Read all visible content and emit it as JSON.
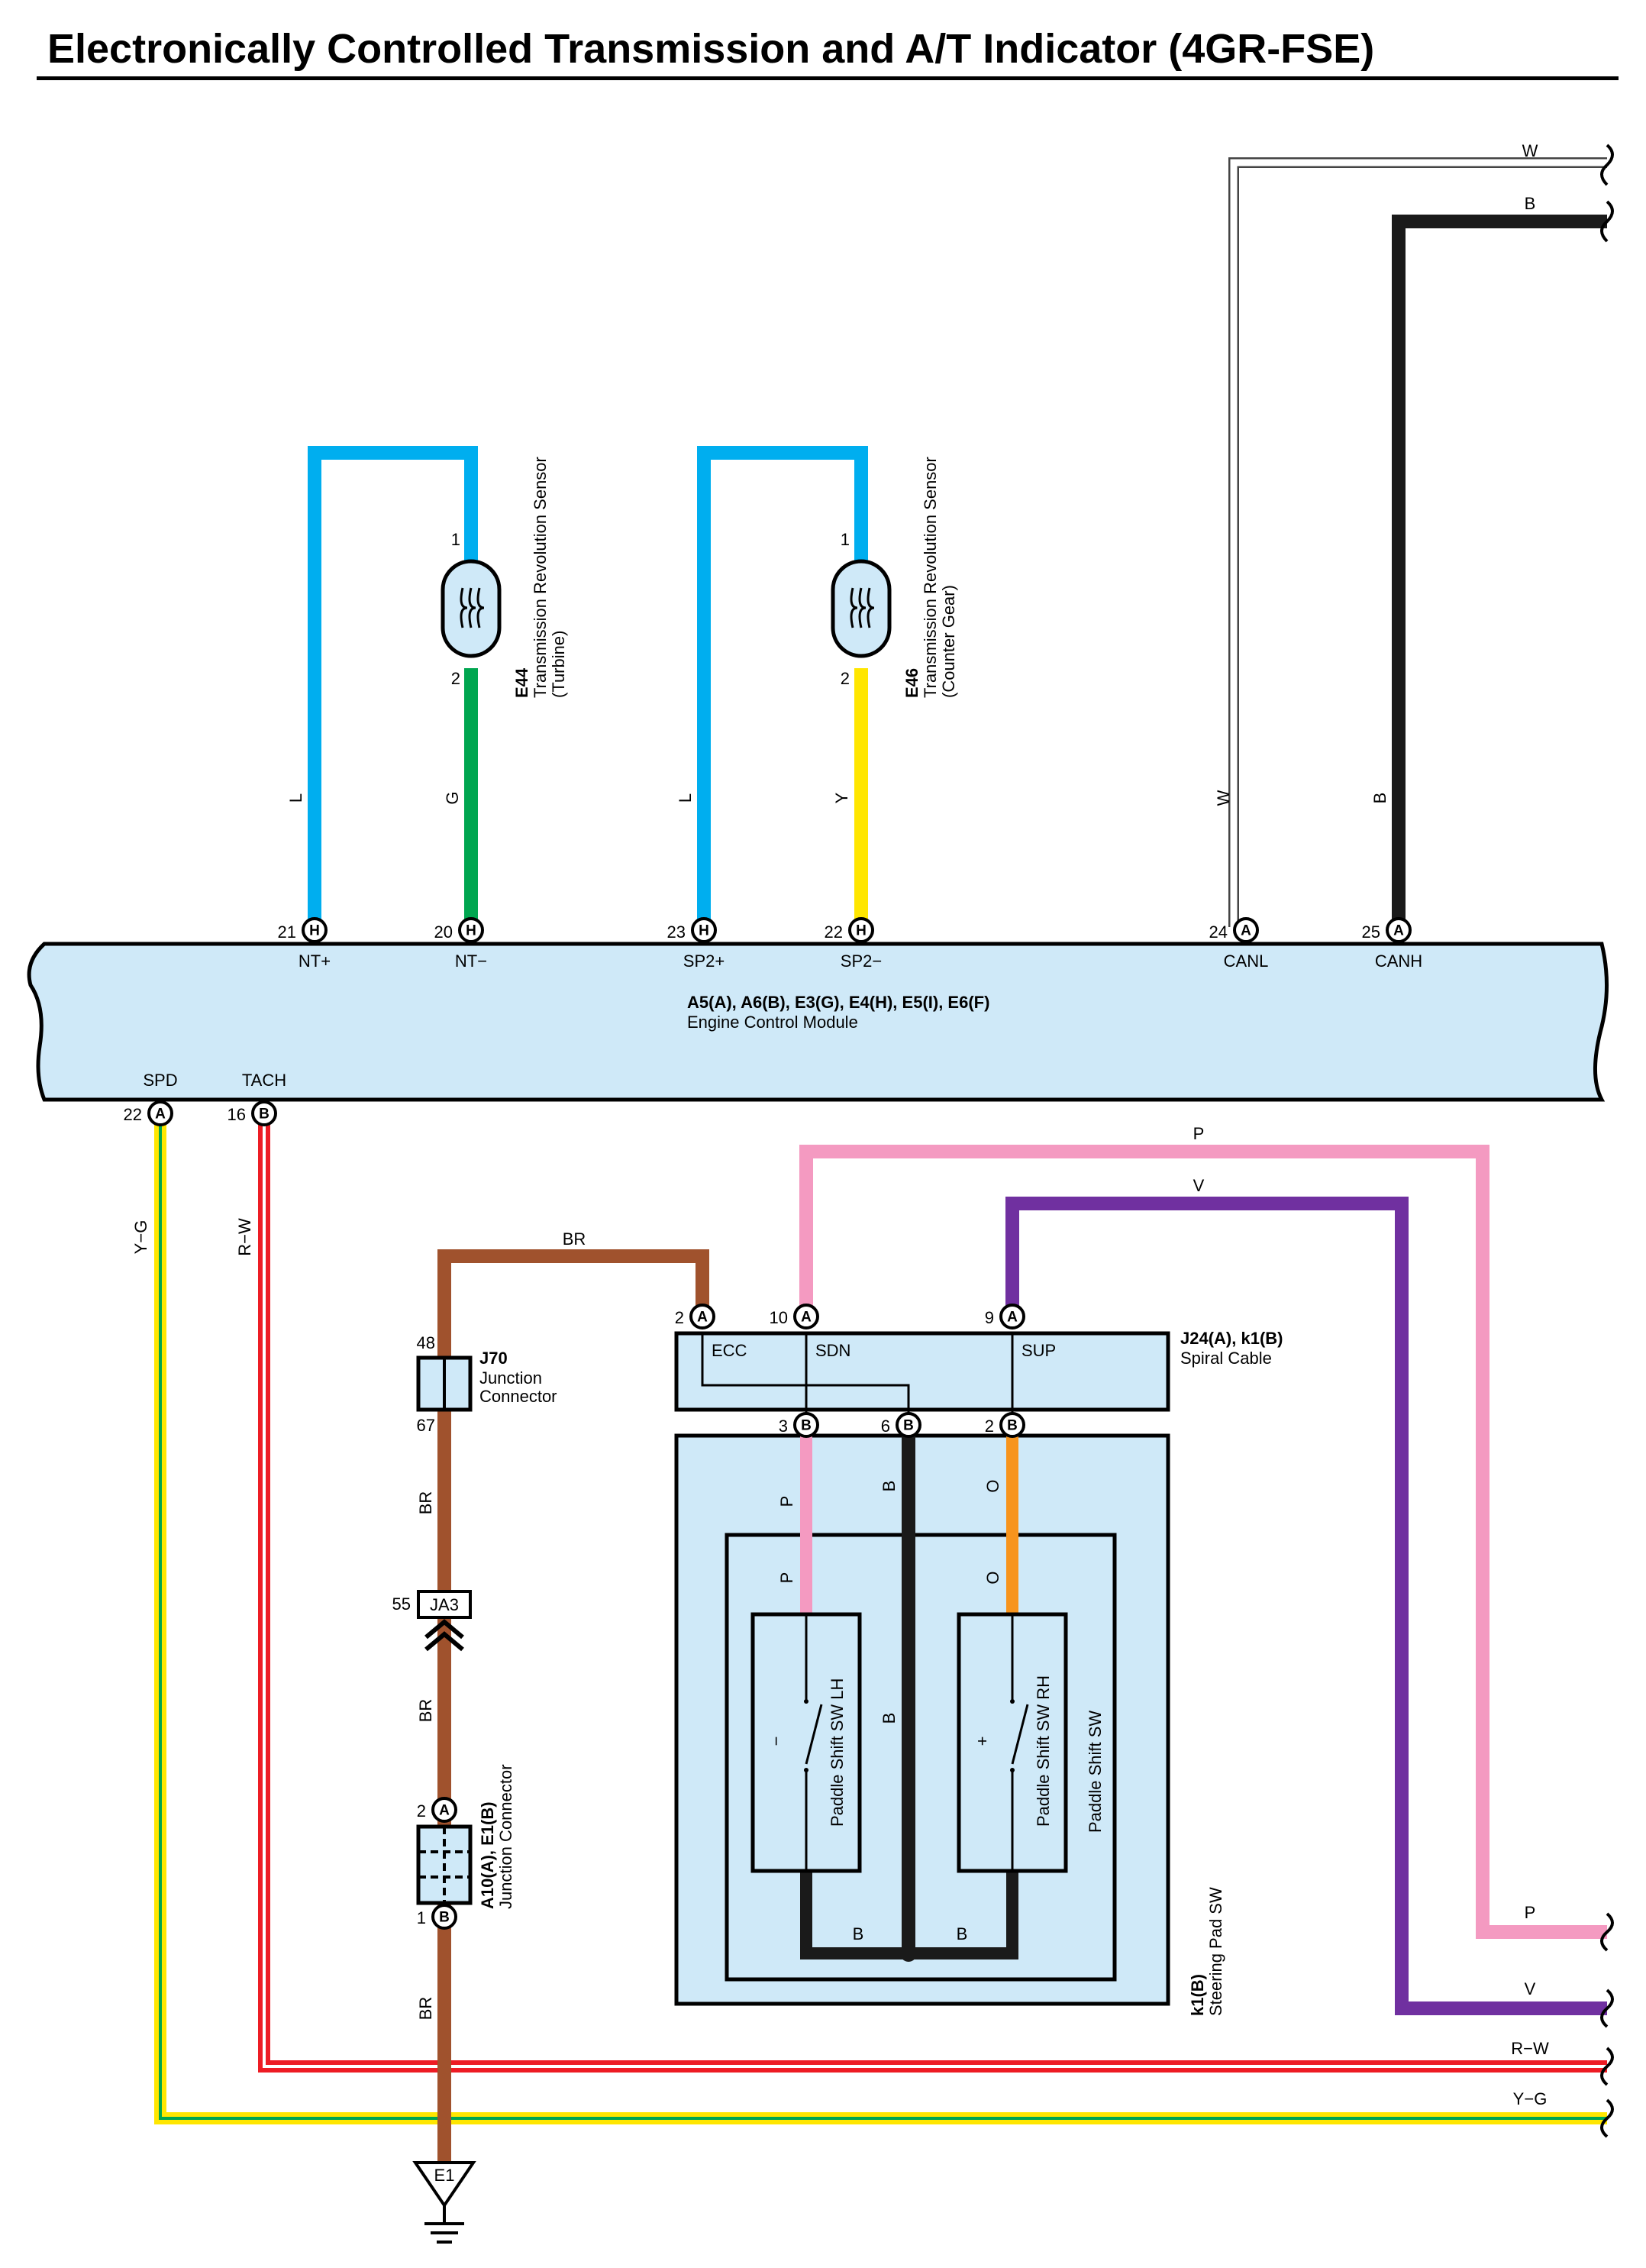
{
  "title": "Electronically Controlled Transmission and A/T Indicator (4GR-FSE)",
  "ecm": {
    "codes": "A5(A), A6(B), E3(G), E4(H), E5(I), E6(F)",
    "name": "Engine Control Module",
    "pins": [
      {
        "num": "21",
        "letter": "H",
        "name": "NT+"
      },
      {
        "num": "20",
        "letter": "H",
        "name": "NT−"
      },
      {
        "num": "23",
        "letter": "H",
        "name": "SP2+"
      },
      {
        "num": "22",
        "letter": "H",
        "name": "SP2−"
      },
      {
        "num": "24",
        "letter": "A",
        "name": "CANL"
      },
      {
        "num": "25",
        "letter": "A",
        "name": "CANH"
      },
      {
        "num": "22",
        "letter": "A",
        "name": "SPD"
      },
      {
        "num": "16",
        "letter": "B",
        "name": "TACH"
      }
    ]
  },
  "sensors": {
    "e44": {
      "code": "E44",
      "line1": "Transmission Revolution Sensor",
      "line2": "(Turbine)",
      "pin1": "1",
      "pin2": "2"
    },
    "e46": {
      "code": "E46",
      "line1": "Transmission Revolution Sensor",
      "line2": "(Counter Gear)",
      "pin1": "1",
      "pin2": "2"
    }
  },
  "wires": {
    "L": "L",
    "G": "G",
    "Y": "Y",
    "W": "W",
    "B": "B",
    "YG": "Y−G",
    "RW": "R−W",
    "BR": "BR",
    "P": "P",
    "V": "V",
    "O": "O"
  },
  "spiral": {
    "code": "J24(A), k1(B)",
    "name": "Spiral Cable",
    "top_pins": [
      {
        "num": "2",
        "letter": "A",
        "name": "ECC"
      },
      {
        "num": "10",
        "letter": "A",
        "name": "SDN"
      },
      {
        "num": "9",
        "letter": "A",
        "name": "SUP"
      }
    ],
    "bottom_pins": [
      {
        "num": "3",
        "letter": "B"
      },
      {
        "num": "6",
        "letter": "B"
      },
      {
        "num": "2",
        "letter": "B"
      }
    ]
  },
  "j70": {
    "code": "J70",
    "line1": "Junction",
    "line2": "Connector",
    "pin_top": "48",
    "pin_bottom": "67"
  },
  "ja3": {
    "code": "JA3",
    "pin": "55"
  },
  "a10": {
    "code": "A10(A), E1(B)",
    "name": "Junction Connector",
    "pin_top": "2",
    "letter_top": "A",
    "pin_bottom": "1",
    "letter_bottom": "B"
  },
  "ground": {
    "code": "E1"
  },
  "steering": {
    "code": "k1(B)",
    "name": "Steering Pad SW"
  },
  "paddle": {
    "sw_lh": "Paddle Shift SW LH",
    "sw_rh": "Paddle Shift SW RH",
    "group": "Paddle Shift SW",
    "minus": "−",
    "plus": "+"
  },
  "colors": {
    "L": "#00aeef",
    "G": "#00a650",
    "Y": "#ffe600",
    "W": "#ffffff",
    "B": "#1a1a1a",
    "R": "#ed1c24",
    "BR": "#a0522d",
    "P": "#f49ac1",
    "V": "#7030a0",
    "O": "#f7941d",
    "box_fill": "#cfe9f8"
  }
}
